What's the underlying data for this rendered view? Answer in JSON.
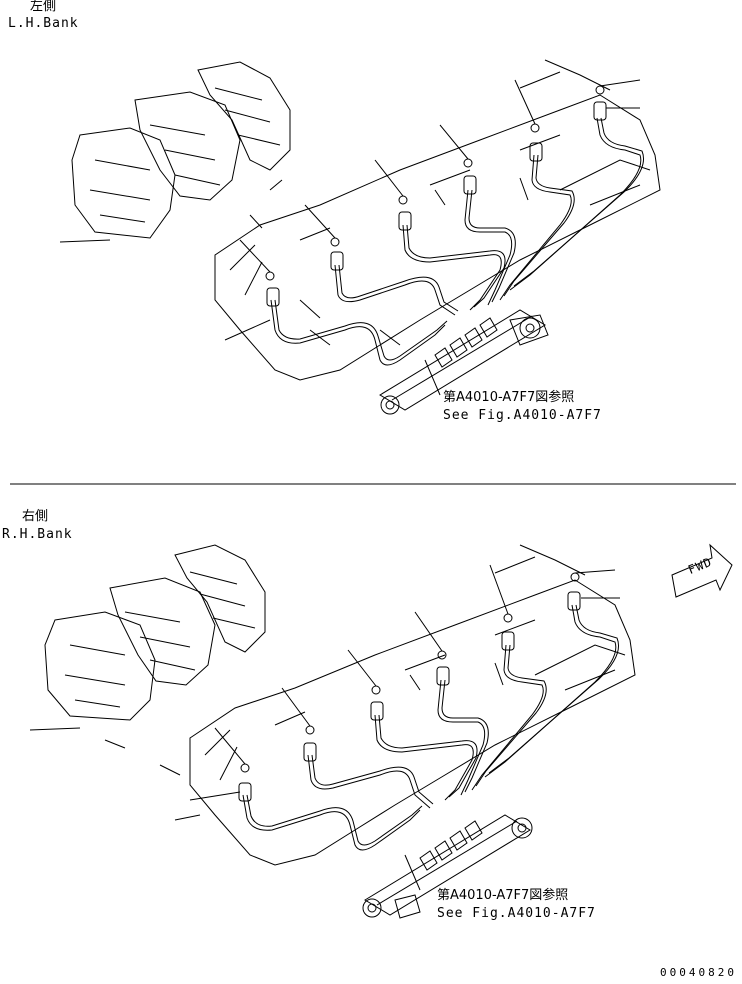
{
  "top_view": {
    "side_label_jp": "左側",
    "side_label_en": "L.H.Bank",
    "ref_jp": "第A4010-A7F7図参照",
    "ref_en": "See Fig.A4010-A7F7"
  },
  "bottom_view": {
    "side_label_jp": "右側",
    "side_label_en": "R.H.Bank",
    "ref_jp": "第A4010-A7F7図参照",
    "ref_en": "See Fig.A4010-A7F7"
  },
  "direction_arrow_label": "FWD",
  "drawing_number": "00040820"
}
